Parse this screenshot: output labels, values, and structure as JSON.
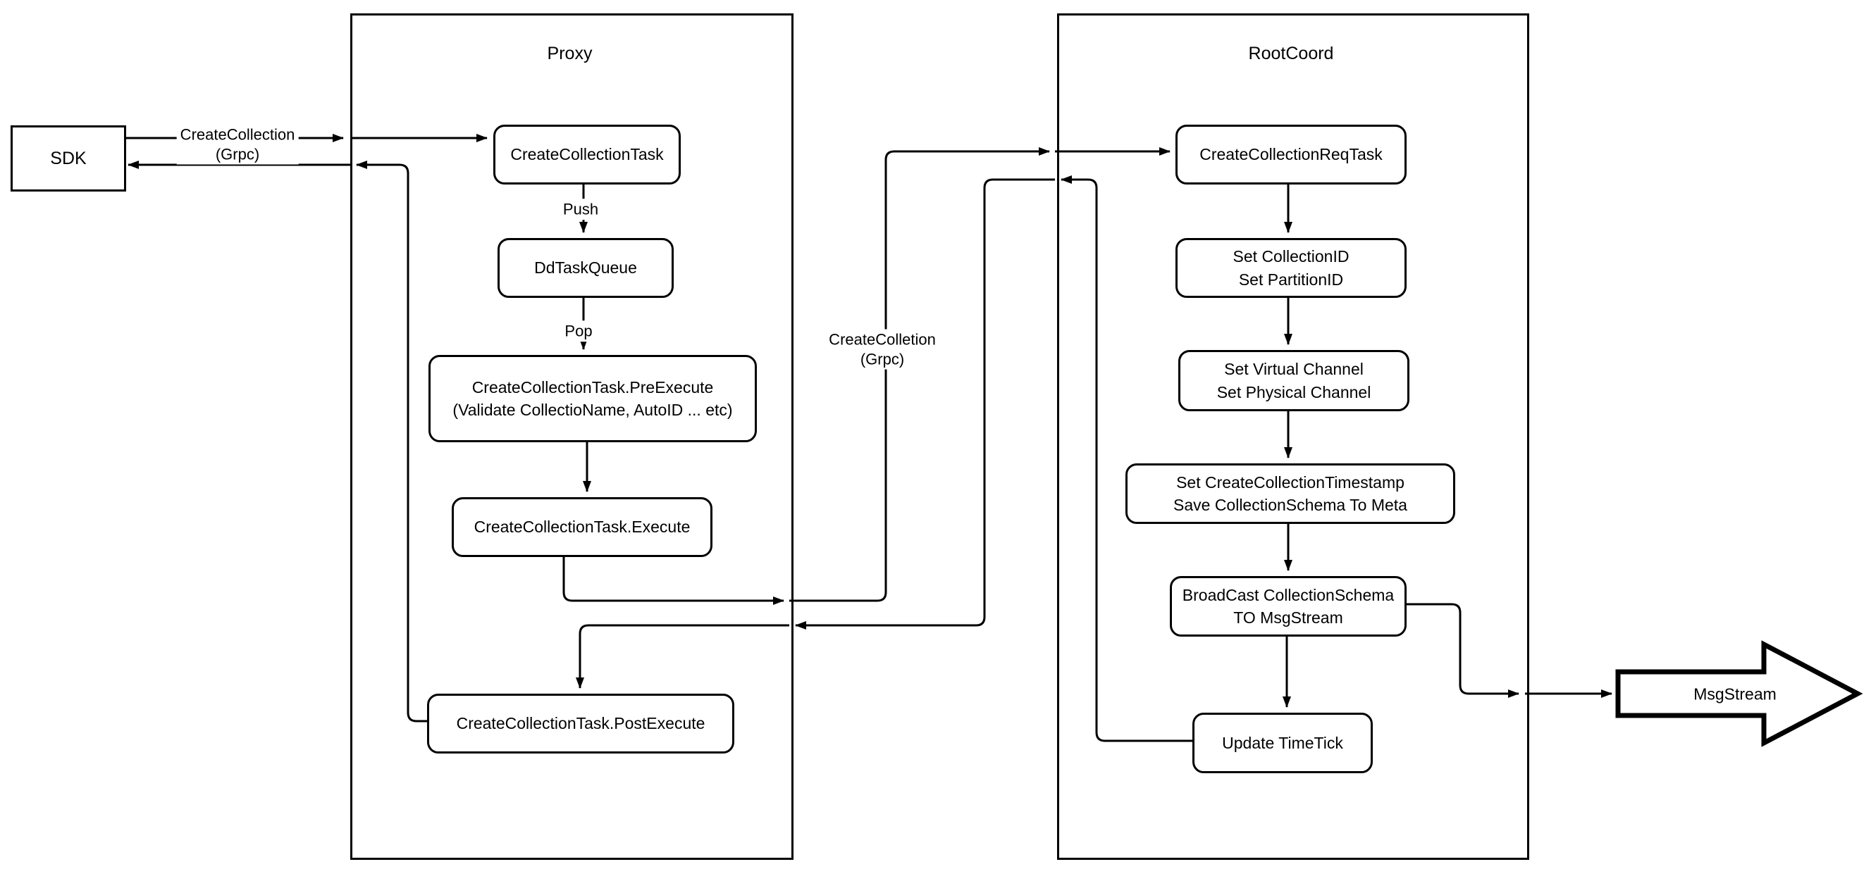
{
  "sdk": {
    "label": "SDK"
  },
  "proxy": {
    "title": "Proxy",
    "nodes": {
      "create_collection_task": "CreateCollectionTask",
      "dd_task_queue": "DdTaskQueue",
      "pre_execute": "CreateCollectionTask.PreExecute\n(Validate CollectioName, AutoID ... etc)",
      "execute": "CreateCollectionTask.Execute",
      "post_execute": "CreateCollectionTask.PostExecute"
    },
    "labels": {
      "push": "Push",
      "pop": "Pop"
    }
  },
  "rootcoord": {
    "title": "RootCoord",
    "nodes": {
      "req_task": "CreateCollectionReqTask",
      "set_ids": "Set CollectionID\nSet PartitionID",
      "set_channels": "Set Virtual Channel\nSet Physical Channel",
      "set_timestamp": "Set CreateCollectionTimestamp\nSave CollectionSchema To Meta",
      "broadcast": "BroadCast CollectionSchema\nTO MsgStream",
      "update_timetick": "Update TimeTick"
    }
  },
  "edges": {
    "sdk_to_proxy": "CreateCollection\n(Grpc)",
    "proxy_to_rootcoord": "CreateColletion\n(Grpc)"
  },
  "msgstream": {
    "label": "MsgStream"
  },
  "colors": {
    "stroke": "#000000",
    "background": "#ffffff"
  }
}
